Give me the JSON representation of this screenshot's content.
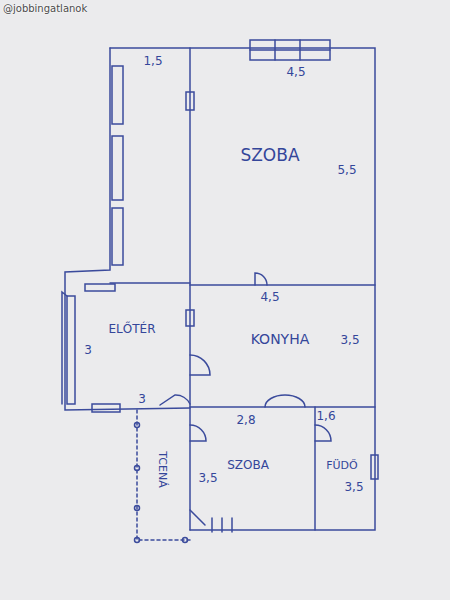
{
  "diagram": {
    "nodes": [
      {
        "text": [
          "SZOBA"
        ]
      },
      {
        "text": [
          "ELŐTÉR"
        ]
      },
      {
        "text": [
          "KONYHA"
        ]
      },
      {
        "text": [
          "TCENÁ"
        ]
      },
      {
        "text": [
          "SZOBA"
        ]
      },
      {
        "text": [
          "FÜDŐ"
        ]
      }
    ],
    "labels": [
      "@jobbingatlanok",
      "1,5",
      "4,5",
      "5,5",
      "4,5",
      "3",
      "3,5",
      "3",
      "2,8",
      "1,6",
      "3,5",
      "3,5"
    ]
  }
}
